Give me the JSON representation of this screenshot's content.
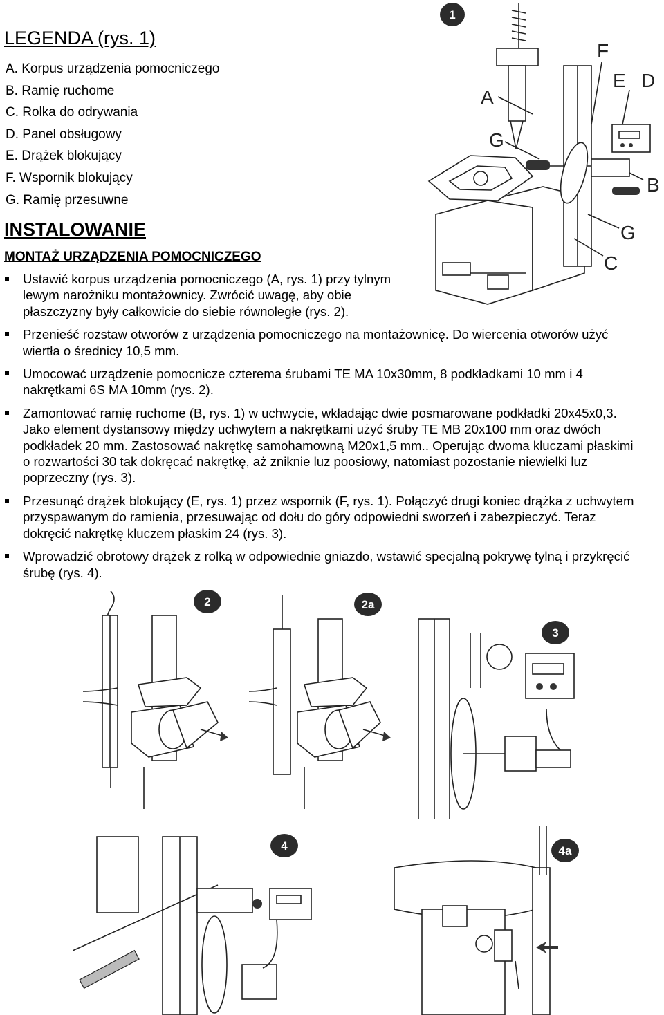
{
  "legend": {
    "title": "LEGENDA (rys. 1)",
    "items": [
      "A. Korpus urządzenia pomocniczego",
      "B. Ramię ruchome",
      "C. Rolka do odrywania",
      "D. Panel obsługowy",
      "E. Drążek blokujący",
      "F. Wspornik blokujący",
      "G. Ramię przesuwne"
    ]
  },
  "install": {
    "title": "INSTALOWANIE",
    "subtitle": "MONTAŻ URZĄDZENIA POMOCNICZEGO",
    "steps": [
      "Ustawić korpus urządzenia pomocniczego (A, rys. 1) przy tylnym lewym narożniku montażownicy. Zwrócić uwagę, aby obie płaszczyzny były całkowicie do siebie równoległe (rys. 2).",
      "Przenieść rozstaw otworów z urządzenia pomocniczego na montażownicę. Do wiercenia otworów użyć wiertła o średnicy 10,5 mm.",
      "Umocować urządzenie pomocnicze czterema śrubami TE MA 10x30mm, 8 podkładkami 10 mm i 4 nakrętkami 6S MA 10mm (rys. 2).",
      "Zamontować ramię ruchome (B, rys. 1) w uchwycie, wkładając dwie posmarowane podkładki 20x45x0,3. Jako element dystansowy między uchwytem a nakrętkami użyć śruby TE MB 20x100 mm oraz dwóch podkładek 20 mm. Zastosować nakrętkę samohamowną M20x1,5 mm.. Operując dwoma kluczami płaskimi o rozwartości 30 tak dokręcać nakrętkę, aż zniknie luz poosiowy, natomiast pozostanie niewielki luz poprzeczny (rys. 3).",
      "Przesunąć drążek blokujący (E, rys. 1) przez wspornik (F, rys. 1). Połączyć drugi koniec drążka z uchwytem przyspawanym do ramienia, przesuwając od dołu do góry odpowiedni sworzeń i zabezpieczyć. Teraz dokręcić nakrętkę kluczem płaskim 24 (rys. 3).",
      "Wprowadzić obrotowy drążek z rolką w odpowiednie gniazdo, wstawić specjalną pokrywę tylną i przykręcić śrubę (rys. 4)."
    ]
  },
  "figures": {
    "fig1": {
      "badge": "1",
      "labels": [
        "A",
        "F",
        "E",
        "D",
        "G",
        "B",
        "G",
        "C"
      ]
    },
    "fig2": {
      "badge": "2"
    },
    "fig2a": {
      "badge": "2a"
    },
    "fig3": {
      "badge": "3"
    },
    "fig4": {
      "badge": "4"
    },
    "fig4a": {
      "badge": "4a"
    }
  }
}
